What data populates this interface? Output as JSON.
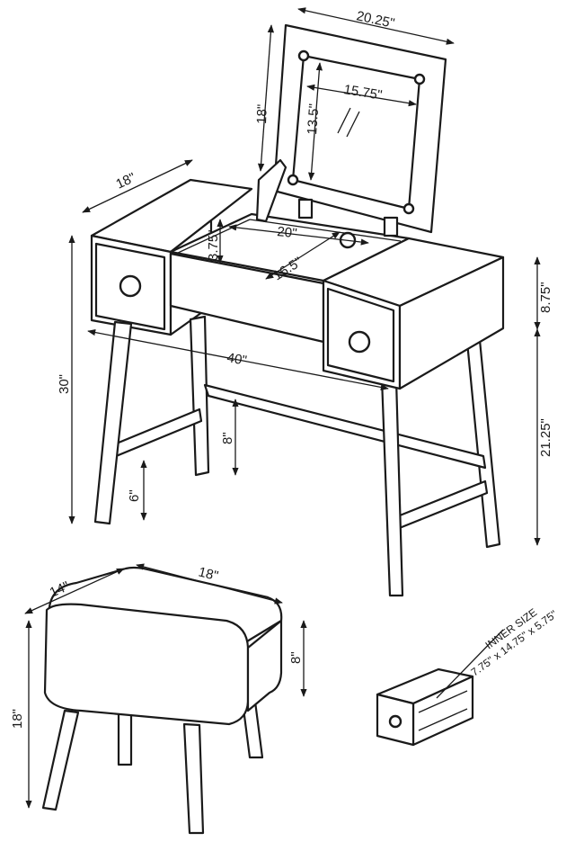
{
  "vanity": {
    "mirror_width": "20.25\"",
    "mirror_height": "18\"",
    "glass_width": "15.75\"",
    "glass_height": "13.5\"",
    "top_depth": "18\"",
    "compartment_width": "20\"",
    "compartment_height": "3.75\"",
    "compartment_depth": "16.5\"",
    "overall_width": "40\"",
    "overall_height": "30\"",
    "cabinet_height": "8.75\"",
    "leg_height": "21.25\"",
    "stretcher_height": "8\"",
    "foot_height": "6\""
  },
  "stool": {
    "depth": "14\"",
    "width": "18\"",
    "cushion_height": "8\"",
    "height": "18\""
  },
  "drawer": {
    "inner_size_label": "INNER SIZE",
    "inner_size_value": "7.75\" x 14.75\" x 5.75\""
  }
}
